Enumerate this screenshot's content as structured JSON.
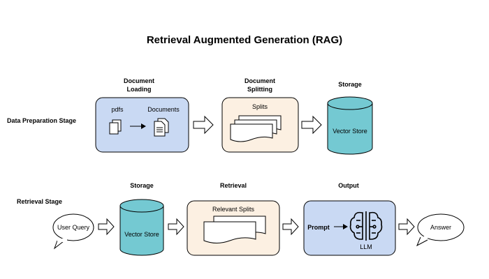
{
  "title": "Retrieval Augmented Generation (RAG)",
  "stages": {
    "prep": "Data Preparation Stage",
    "retrieval": "Retrieval Stage"
  },
  "headings": {
    "doc_loading": [
      "Document",
      "Loading"
    ],
    "doc_splitting": [
      "Document",
      "Splitting"
    ],
    "storage_top": "Storage",
    "storage_bottom": "Storage",
    "retrieval": "Retrieval",
    "output": "Output"
  },
  "boxes": {
    "loading": {
      "left_label": "pdfs",
      "right_label": "Documents"
    },
    "splitting": {
      "label": "Splits"
    },
    "vector_store_top": {
      "label": "Vector Store"
    },
    "vector_store_bottom": {
      "label": "Vector Store"
    },
    "relevant": {
      "label": "Relevant Splits"
    },
    "output": {
      "prompt_label": "Prompt",
      "llm_label": "LLM"
    }
  },
  "bubbles": {
    "query": "User Query",
    "answer": "Answer"
  },
  "colors": {
    "blue_fill": "#c9d9f3",
    "peach_fill": "#fcf0e2",
    "teal_fill": "#74c9d2",
    "stroke": "#000000"
  }
}
